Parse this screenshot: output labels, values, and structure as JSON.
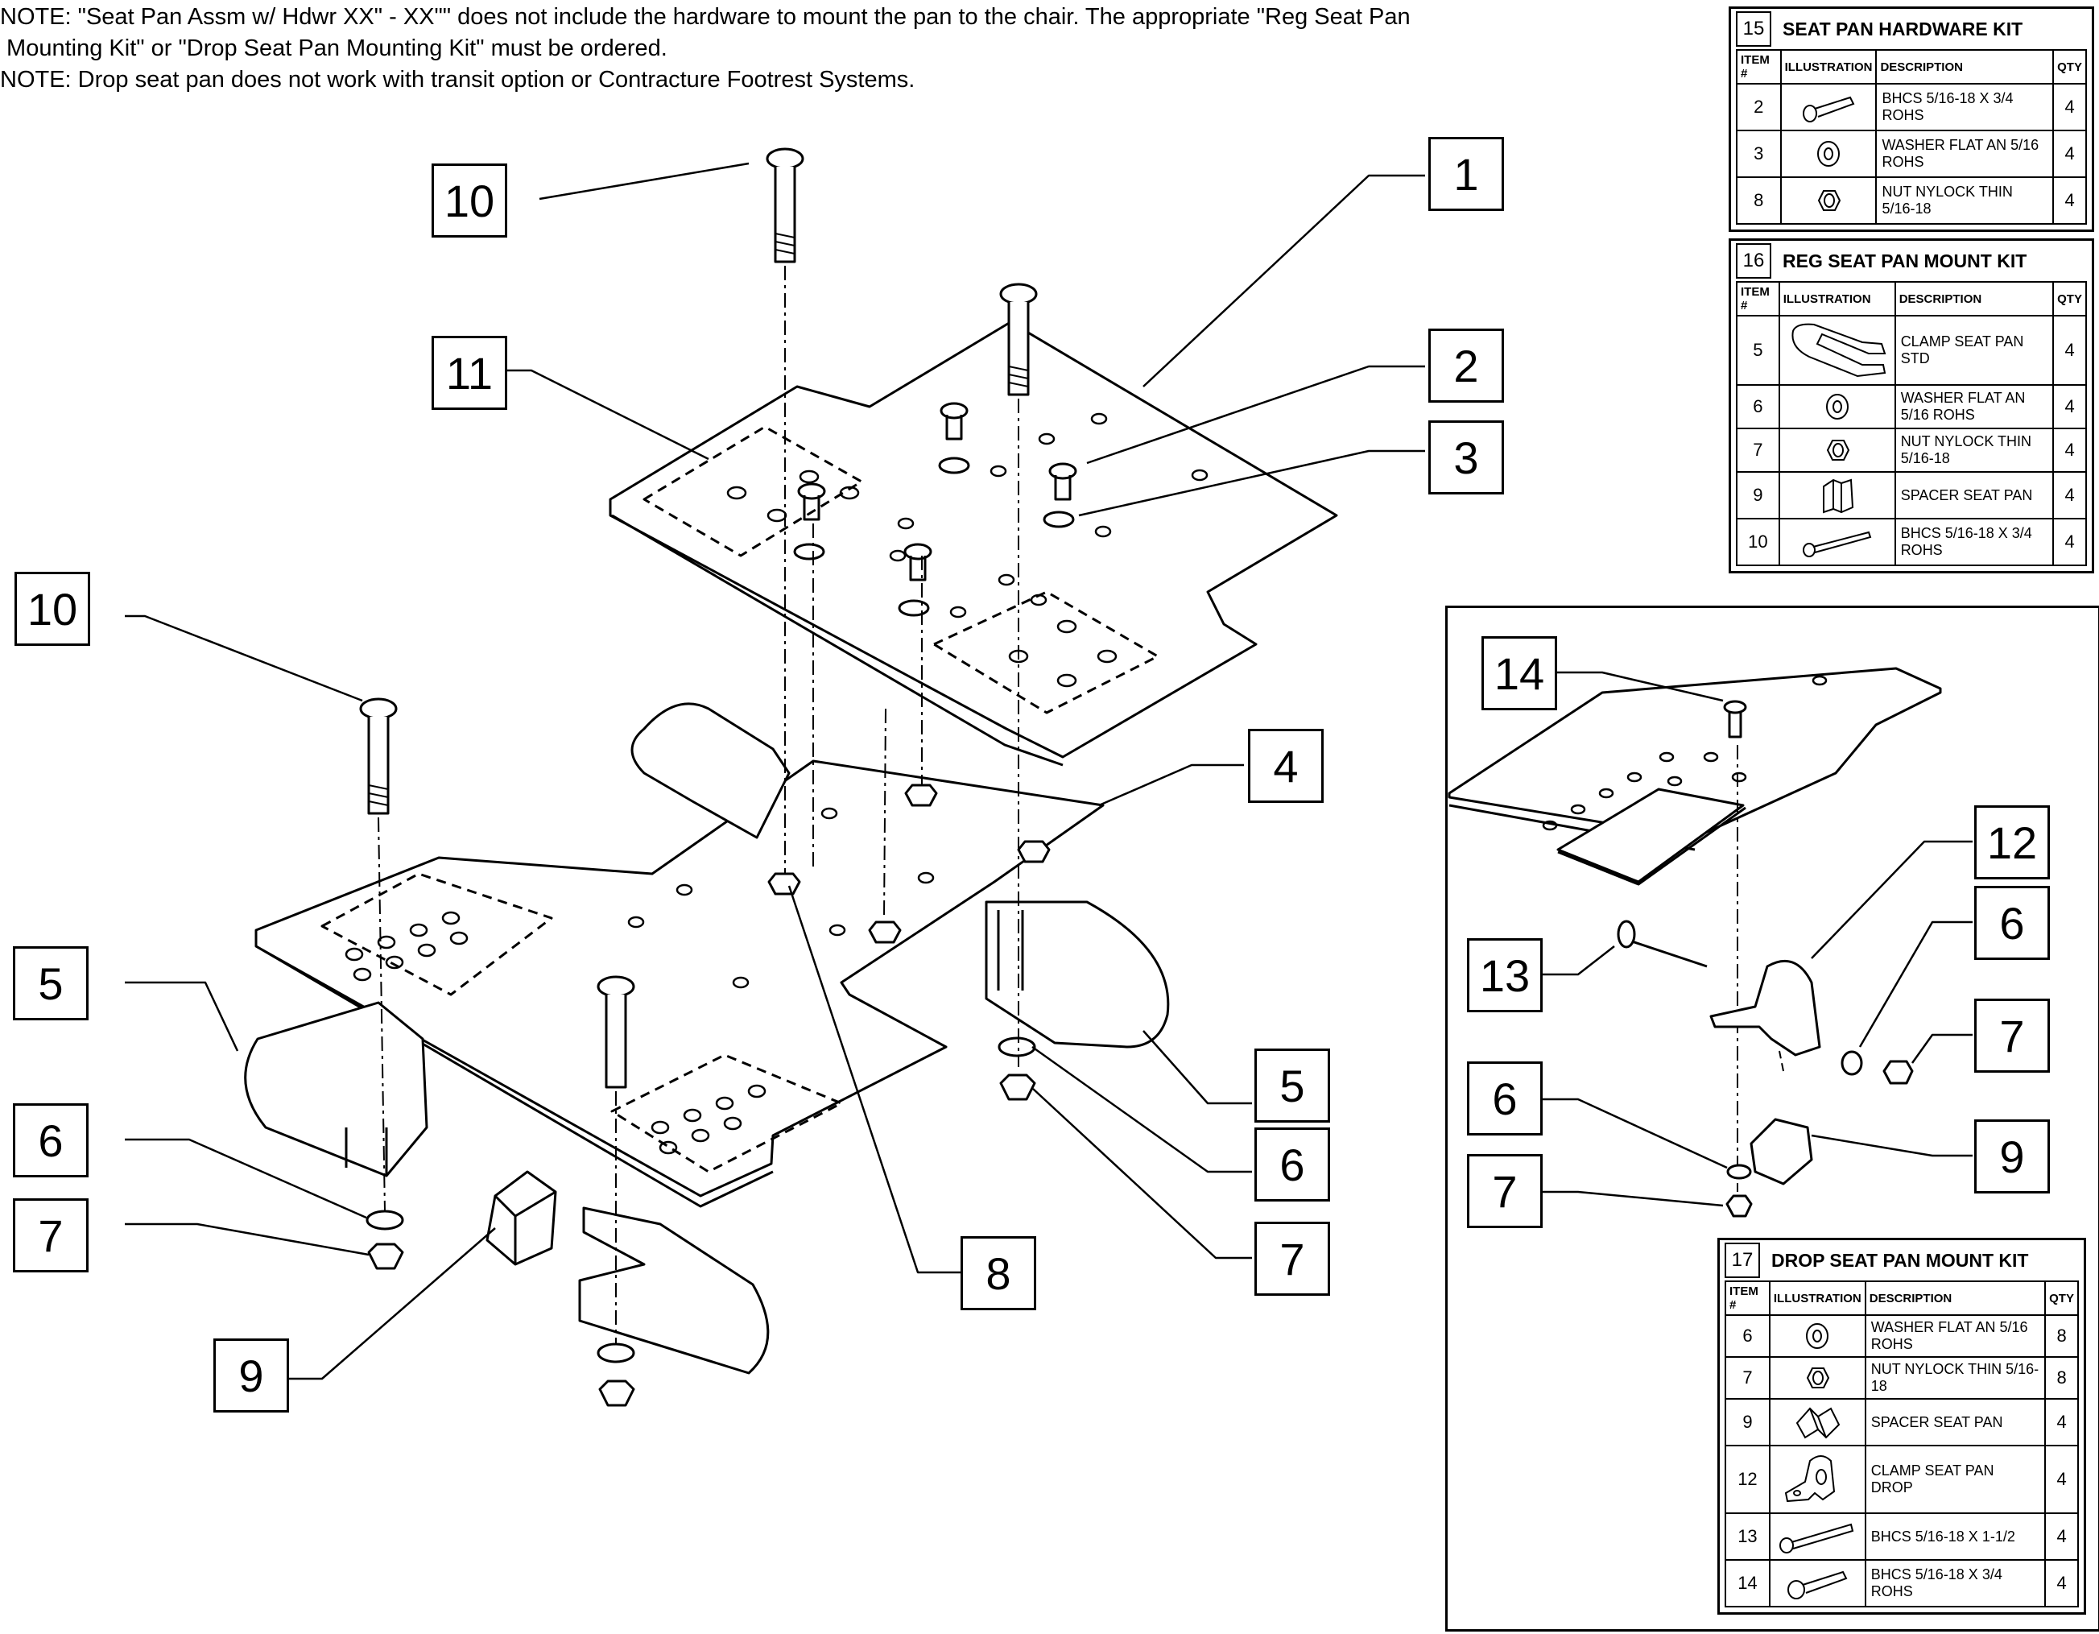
{
  "notes": [
    "NOTE: \"Seat Pan Assm w/ Hdwr XX\" - XX\"\" does not include the hardware to mount the pan to the chair. The appropriate \"Reg Seat Pan",
    " Mounting Kit\" or \"Drop Seat Pan Mounting Kit\" must be ordered.",
    "NOTE: Drop seat pan does not work with transit option or Contracture Footrest Systems."
  ],
  "headers": {
    "item": "ITEM #",
    "illustration": "ILLUSTRATION",
    "description": "DESCRIPTION",
    "qty": "QTY"
  },
  "kits": [
    {
      "number": "15",
      "title": "SEAT PAN HARDWARE KIT",
      "rows": [
        {
          "item": "2",
          "icon": "bolt-icon",
          "description": "BHCS 5/16-18 X 3/4 ROHS",
          "qty": "4"
        },
        {
          "item": "3",
          "icon": "washer-icon",
          "description": "WASHER FLAT AN 5/16 ROHS",
          "qty": "4"
        },
        {
          "item": "8",
          "icon": "nut-icon",
          "description": "NUT NYLOCK THIN 5/16-18",
          "qty": "4"
        }
      ]
    },
    {
      "number": "16",
      "title": "REG SEAT PAN MOUNT KIT",
      "rows": [
        {
          "item": "5",
          "icon": "clamp-icon",
          "description": "CLAMP SEAT PAN STD",
          "qty": "4"
        },
        {
          "item": "6",
          "icon": "washer-icon",
          "description": "WASHER FLAT AN 5/16 ROHS",
          "qty": "4"
        },
        {
          "item": "7",
          "icon": "nut-icon",
          "description": "NUT NYLOCK THIN 5/16-18",
          "qty": "4"
        },
        {
          "item": "9",
          "icon": "spacer-icon",
          "description": "SPACER SEAT PAN",
          "qty": "4"
        },
        {
          "item": "10",
          "icon": "long-bolt-icon",
          "description": "BHCS 5/16-18 X 3/4 ROHS",
          "qty": "4"
        }
      ]
    },
    {
      "number": "17",
      "title": "DROP SEAT PAN MOUNT KIT",
      "rows": [
        {
          "item": "6",
          "icon": "washer-icon",
          "description": "WASHER FLAT AN 5/16 ROHS",
          "qty": "8"
        },
        {
          "item": "7",
          "icon": "nut-icon",
          "description": "NUT NYLOCK THIN 5/16-18",
          "qty": "8"
        },
        {
          "item": "9",
          "icon": "spacer-icon",
          "description": "SPACER SEAT PAN",
          "qty": "4"
        },
        {
          "item": "12",
          "icon": "drop-clamp-icon",
          "description": "CLAMP SEAT PAN DROP",
          "qty": "4"
        },
        {
          "item": "13",
          "icon": "long-bolt-icon",
          "description": "BHCS 5/16-18 X 1-1/2",
          "qty": "4"
        },
        {
          "item": "14",
          "icon": "bolt-icon",
          "description": "BHCS 5/16-18 X 3/4 ROHS",
          "qty": "4"
        }
      ]
    }
  ],
  "callouts": {
    "c1": "1",
    "c2": "2",
    "c3": "3",
    "c4": "4",
    "c5a": "5",
    "c5b": "5",
    "c6a": "6",
    "c6b": "6",
    "c7a": "7",
    "c7b": "7",
    "c8": "8",
    "c9": "9",
    "c10a": "10",
    "c10b": "10",
    "c11": "11",
    "i14": "14",
    "i12": "12",
    "i6a": "6",
    "i7a": "7",
    "i13": "13",
    "i6b": "6",
    "i7b": "7",
    "i9": "9"
  }
}
